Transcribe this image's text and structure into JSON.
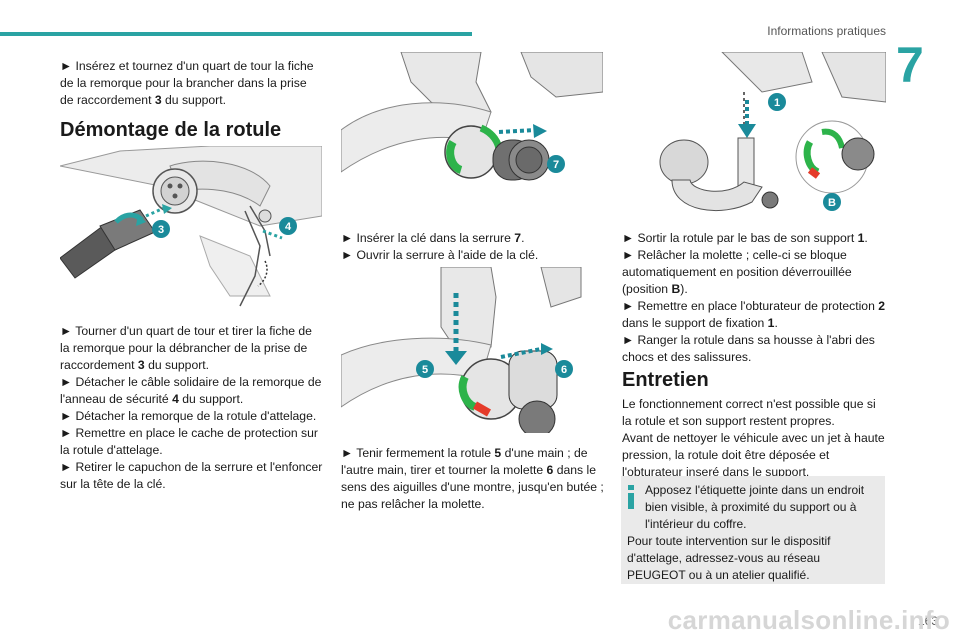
{
  "header": {
    "section_title": "Informations pratiques",
    "chapter_number": "7",
    "page_number": "163"
  },
  "col1": {
    "intro_pre": "► Insérez et tournez d'un quart de tour la fiche de la remorque pour la brancher dans la prise de raccordement ",
    "intro_bold": "3",
    "intro_post": " du support.",
    "heading": "Démontage de la rotule",
    "fig_labels": [
      "3",
      "4"
    ],
    "s1_pre": "► Tourner d'un quart de tour et tirer la fiche de la remorque pour la débrancher de la prise de raccordement ",
    "s1_bold": "3",
    "s1_post": " du support.",
    "s2_pre": "► Détacher le câble solidaire de la remorque de l'anneau de sécurité ",
    "s2_bold": "4",
    "s2_post": " du support.",
    "s3": "► Détacher la remorque de la rotule d'attelage.",
    "s4": "► Remettre en place le cache de protection sur la rotule d'attelage.",
    "s5": "► Retirer le capuchon de la serrure et l'enfoncer sur la tête de la clé."
  },
  "col2": {
    "fig1_labels": [
      "7"
    ],
    "s1_pre": "► Insérer la clé dans la serrure ",
    "s1_bold": "7",
    "s1_post": ".",
    "s2": "► Ouvrir la serrure à l'aide de la clé.",
    "fig2_labels": [
      "5",
      "6"
    ],
    "s3_pre": "► Tenir fermement la rotule ",
    "s3_bold1": "5",
    "s3_mid": " d'une main ; de l'autre main, tirer et tourner la molette ",
    "s3_bold2": "6",
    "s3_post": " dans le sens des aiguilles d'une montre, jusqu'en butée ; ne pas relâcher la molette."
  },
  "col3": {
    "fig_labels": [
      "1",
      "B"
    ],
    "s1_pre": "► Sortir la rotule par le bas de son support ",
    "s1_bold": "1",
    "s1_post": ".",
    "s2_pre": "► Relâcher la molette ; celle-ci se bloque automatiquement en position déverrouillée (position ",
    "s2_bold": "B",
    "s2_post": ").",
    "s3_pre": "► Remettre en place l'obturateur de protection ",
    "s3_bold1": "2",
    "s3_mid": " dans le support de fixation ",
    "s3_bold2": "1",
    "s3_post": ".",
    "s4": "► Ranger la rotule dans sa housse à l'abri des chocs et des salissures.",
    "heading": "Entretien",
    "p1": "Le fonctionnement correct n'est possible que si la rotule et son support restent propres.",
    "p2": "Avant de nettoyer le véhicule avec un jet à haute pression, la rotule doit être déposée et l'obturateur inseré dans le support.",
    "note_l1": "Apposez l'étiquette jointe dans un endroit bien visible, à proximité du support ou à l'intérieur du coffre.",
    "note_l2": "Pour toute intervention sur le dispositif d'attelage, adressez-vous au réseau PEUGEOT ou à un atelier qualifié."
  },
  "watermark": "carmanualsonline.info",
  "colors": {
    "accent": "#2aa3a3",
    "badge": "#1a8a9a",
    "note_bg": "#eaeaea",
    "arrow_green": "#2db34a",
    "arrow_red": "#e53b2a"
  }
}
